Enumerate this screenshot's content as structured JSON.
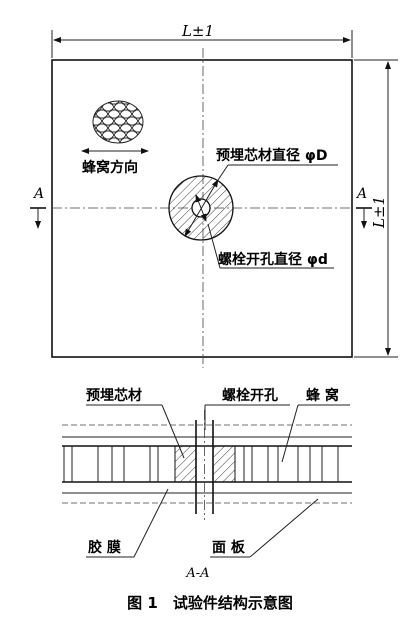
{
  "top_view": {
    "width_dim": "L±1",
    "height_dim": "L±1",
    "section_mark_left": "A",
    "section_mark_right": "A",
    "honeycomb_direction": "蜂窝方向",
    "insert_diameter": "预埋芯材直径 φD",
    "bolt_hole_diameter": "螺栓开孔直径 φd"
  },
  "section_view": {
    "insert_label": "预埋芯材",
    "bolt_hole_label": "螺栓开孔",
    "honeycomb_label": "蜂 窝",
    "adhesive_label": "胶 膜",
    "face_sheet_label": "面 板",
    "section_name": "A-A"
  },
  "caption": "图 1　试验件结构示意图"
}
